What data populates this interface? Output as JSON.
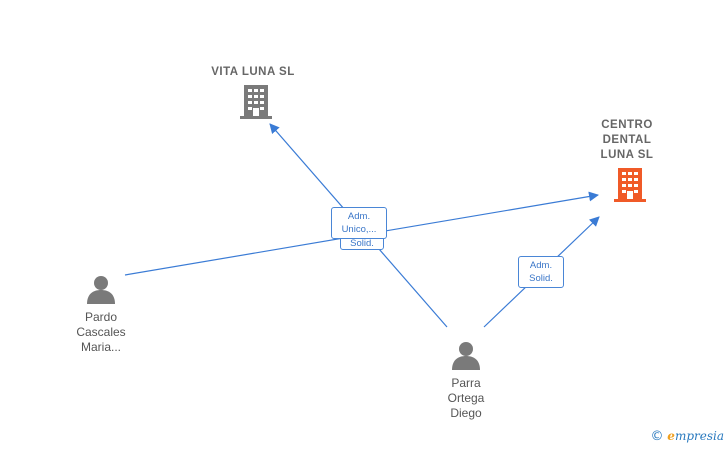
{
  "nodes": {
    "vita": {
      "label": "VITA LUNA  SL"
    },
    "centro": {
      "label_lines": [
        "CENTRO",
        "DENTAL",
        "LUNA  SL"
      ]
    },
    "pardo": {
      "label_lines": [
        "Pardo",
        "Cascales",
        "Maria..."
      ]
    },
    "parra": {
      "label_lines": [
        "Parra",
        "Ortega",
        "Diego"
      ]
    }
  },
  "edges": {
    "label_main": [
      "Adm.",
      "Unico,..."
    ],
    "label_behind": "Solid.",
    "label_right": [
      "Adm.",
      "Solid."
    ]
  },
  "colors": {
    "edge": "#3a7bd5",
    "company": "#7a7a7a",
    "highlight_company": "#f05a28",
    "person": "#7a7a7a"
  },
  "brand": {
    "copyright": "©",
    "name": "mpresia",
    "initial": "e"
  }
}
